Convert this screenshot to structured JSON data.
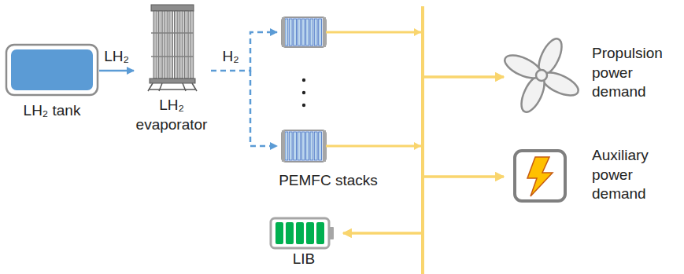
{
  "diagram": {
    "nodes": [
      {
        "text": [
          "LH₂ tank"
        ]
      },
      {
        "text": [
          "LH₂ evaporator"
        ]
      },
      {
        "text": [
          "PEMFC stacks"
        ]
      },
      {
        "text": [
          "LIB"
        ]
      },
      {
        "text": [
          "Propulsion power demand"
        ]
      },
      {
        "text": [
          "Auxiliary power demand"
        ]
      }
    ],
    "edges": [
      {
        "from": 0,
        "to": 1,
        "label": "LH₂",
        "arrow": "to"
      },
      {
        "from": 1,
        "to": 2,
        "label": "H₂",
        "arrow": "to"
      },
      {
        "from": 2,
        "to": 4,
        "arrow": "to"
      },
      {
        "from": 2,
        "to": 5,
        "arrow": "to"
      },
      {
        "from": 3,
        "to": 4,
        "arrow": "both"
      },
      {
        "from": 3,
        "to": 5,
        "arrow": "both"
      }
    ]
  }
}
